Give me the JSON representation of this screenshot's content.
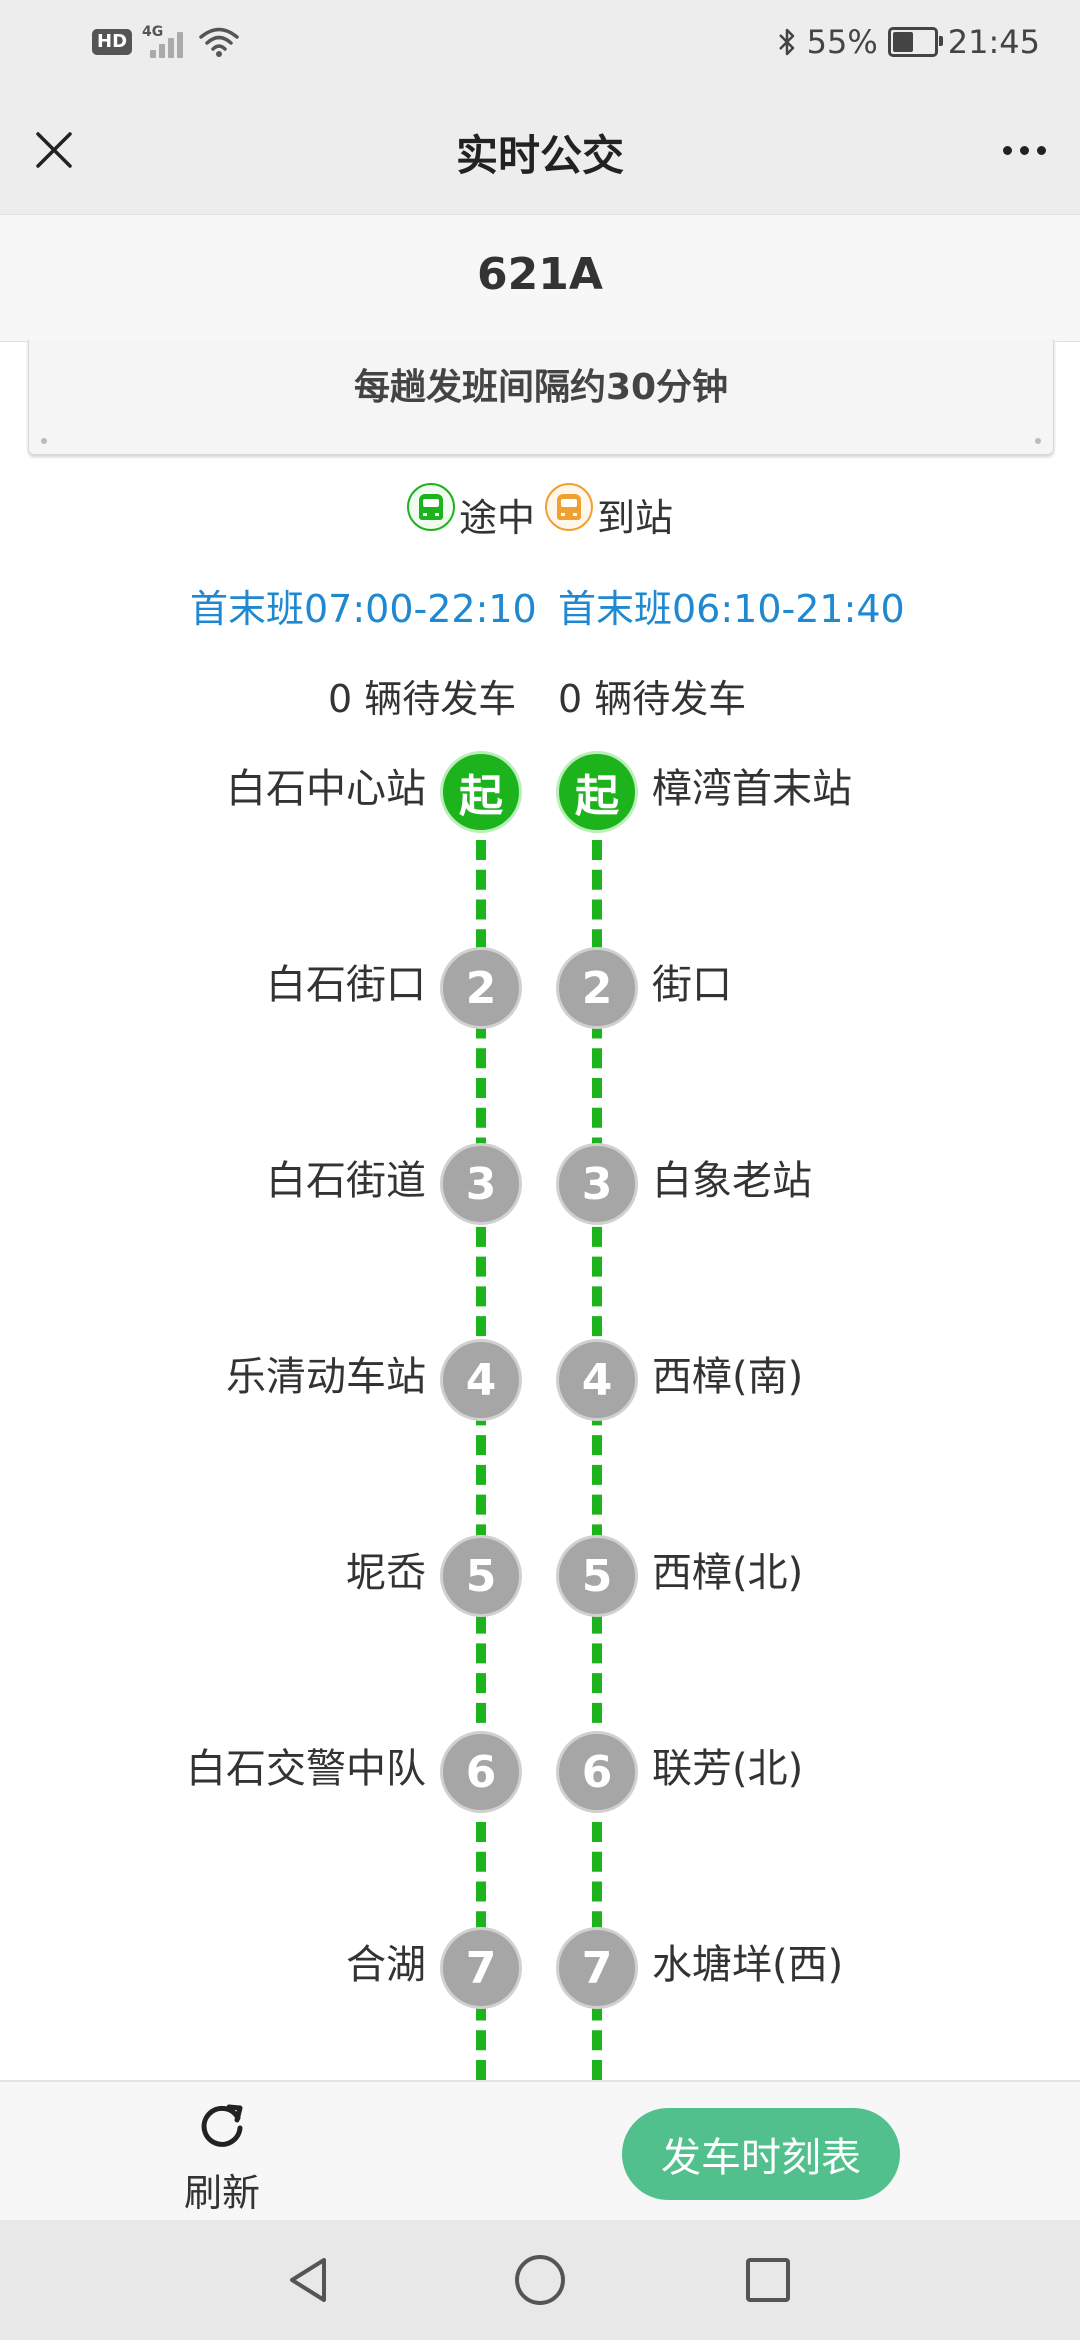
{
  "status_bar": {
    "hd": "HD",
    "network": "4G",
    "battery": "55%",
    "battery_level": 0.55,
    "time": "21:45"
  },
  "title_bar": {
    "title": "实时公交"
  },
  "route": {
    "name": "621A",
    "notice": "每趟发班间隔约30分钟"
  },
  "legend": {
    "en_route": "途中",
    "arrived": "到站",
    "en_route_color": "#1db31d",
    "arrived_color": "#f0a030"
  },
  "directions": {
    "left": {
      "first_last": "首末班07:00-22:10",
      "waiting": "0 辆待发车",
      "stops": [
        {
          "num": "起",
          "name": "白石中心站"
        },
        {
          "num": "2",
          "name": "白石街口"
        },
        {
          "num": "3",
          "name": "白石街道"
        },
        {
          "num": "4",
          "name": "乐清动车站"
        },
        {
          "num": "5",
          "name": "坭岙"
        },
        {
          "num": "6",
          "name": "白石交警中队"
        },
        {
          "num": "7",
          "name": "合湖"
        }
      ]
    },
    "right": {
      "first_last": "首末班06:10-21:40",
      "waiting": "0 辆待发车",
      "stops": [
        {
          "num": "起",
          "name": "樟湾首末站"
        },
        {
          "num": "2",
          "name": "街口"
        },
        {
          "num": "3",
          "name": "白象老站"
        },
        {
          "num": "4",
          "name": "西樟(南)"
        },
        {
          "num": "5",
          "name": "西樟(北)"
        },
        {
          "num": "6",
          "name": "联芳(北)"
        },
        {
          "num": "7",
          "name": "水塘垟(西)"
        }
      ]
    }
  },
  "actions": {
    "refresh": "刷新",
    "schedule": "发车时刻表"
  },
  "colors": {
    "line_green": "#1db31d",
    "link_blue": "#1e88d0",
    "button_green": "#52c08c",
    "stop_gray": "#a6a6a6"
  }
}
